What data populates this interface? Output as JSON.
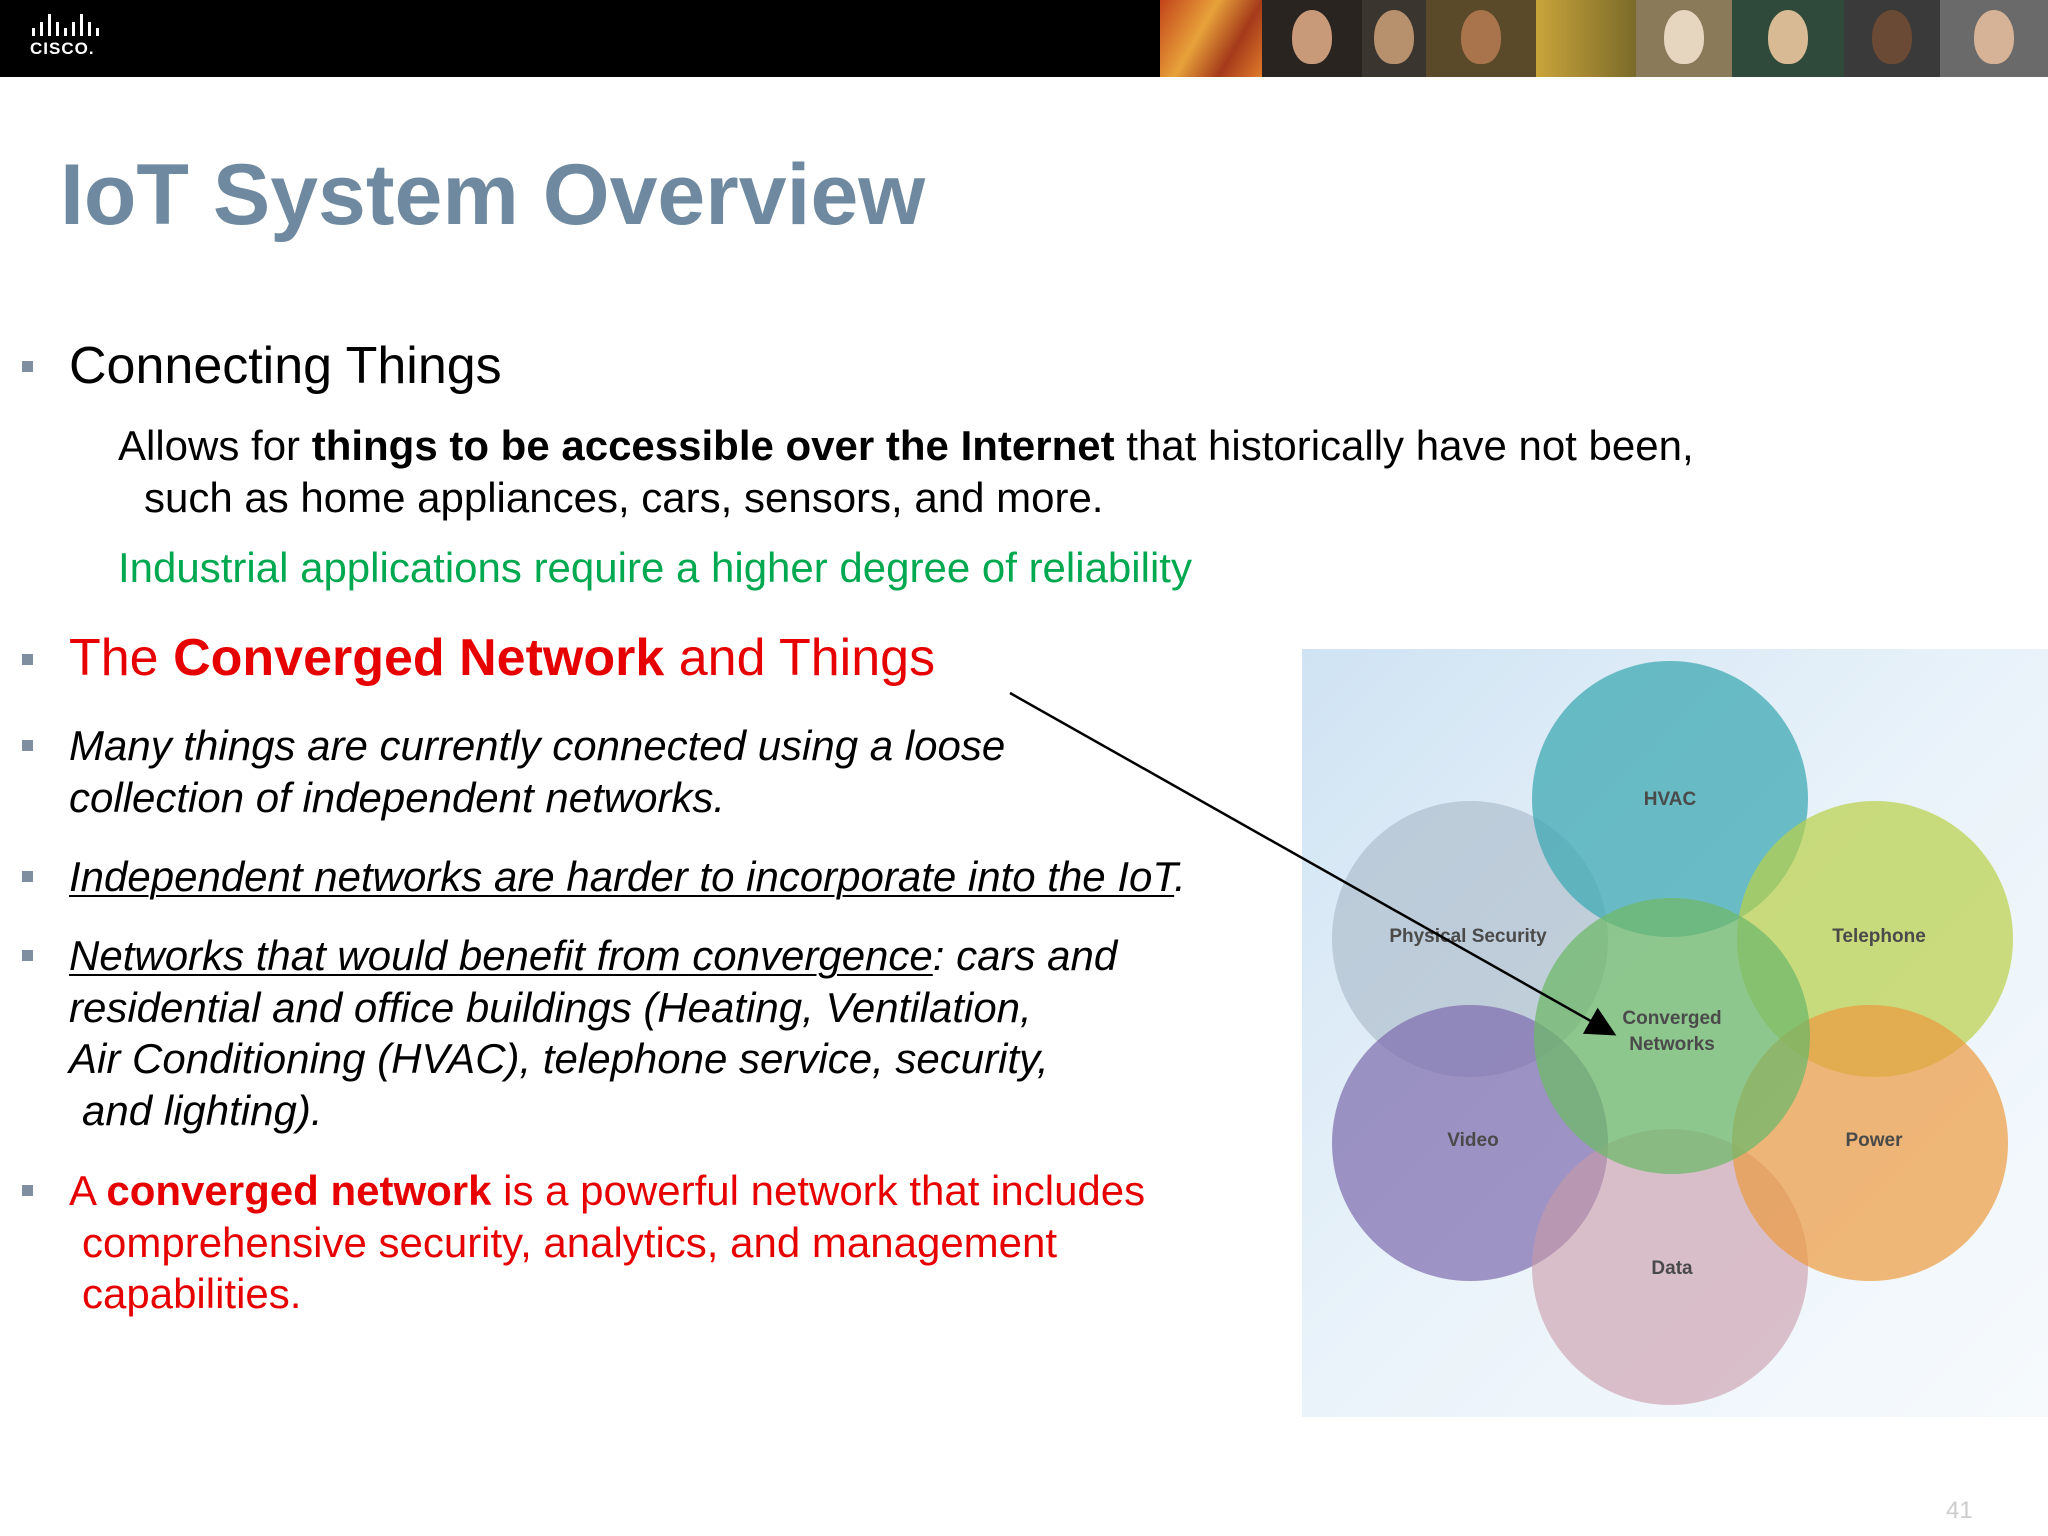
{
  "header": {
    "logo_text": "CISCO."
  },
  "slide": {
    "title": "IoT System Overview",
    "page_number": "41"
  },
  "section1": {
    "heading": "Connecting Things",
    "para_prefix": "Allows for ",
    "para_bold": "things to be accessible over the Internet",
    "para_suffix": " that historically have not been,",
    "para_line2": "such as home appliances, cars, sensors, and more.",
    "green_line": "Industrial applications require a higher degree of reliability"
  },
  "section2": {
    "heading_prefix": "The ",
    "heading_bold": "Converged Network",
    "heading_suffix": " and Things",
    "item1_line1": "Many things are currently connected using a loose",
    "item1_line2": "collection of independent networks.",
    "item2_underlined": "Independent networks are harder to incorporate into the IoT",
    "item2_suffix": ".",
    "item3_underlined": "Networks that would benefit from convergence",
    "item3_suffix": ": cars and",
    "item3_line2": "residential and office buildings (Heating, Ventilation,",
    "item3_line3": "Air Conditioning (HVAC), telephone service, security,",
    "item3_line4": "and lighting).",
    "item4_prefix": "A ",
    "item4_bold": "converged network",
    "item4_suffix": " is a powerful network that includes",
    "item4_line2": "comprehensive security, analytics, and management",
    "item4_line3": "capabilities."
  },
  "diagram": {
    "center": "Converged Networks",
    "center_line1": "Converged",
    "center_line2": "Networks",
    "hvac": "HVAC",
    "physical_security": "Physical Security",
    "telephone": "Telephone",
    "video": "Video",
    "power": "Power",
    "data": "Data",
    "colors": {
      "hvac": "#3fa9b3",
      "physical_security": "#a9b8c6",
      "telephone": "#b9d046",
      "video": "#7c6aac",
      "power": "#ed9a3f",
      "data": "#c99aa8",
      "center": "#6fb86a"
    }
  },
  "colors": {
    "title": "#6f8aa0",
    "red": "#e60000",
    "green": "#00a84f",
    "bullet": "#7f8fa0"
  }
}
